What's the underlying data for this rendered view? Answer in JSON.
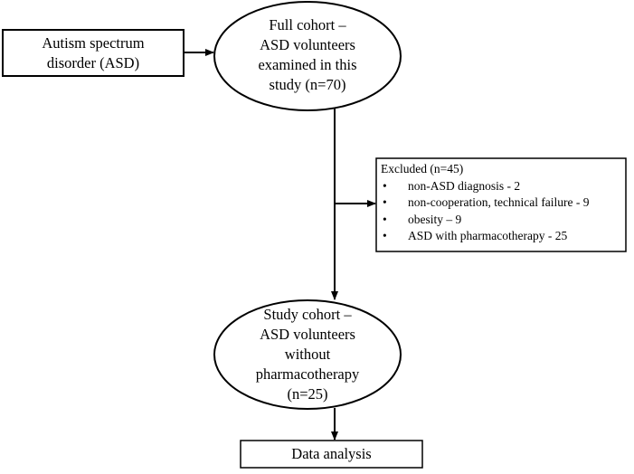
{
  "nodes": {
    "asd_source": {
      "lines": [
        "Autism spectrum",
        "disorder (ASD)"
      ]
    },
    "full_cohort": {
      "lines": [
        "Full cohort –",
        "ASD volunteers",
        "examined in this",
        "study (n=70)"
      ]
    },
    "excluded": {
      "title": "Excluded (n=45)",
      "items": [
        "non-ASD diagnosis - 2",
        "non-cooperation, technical failure - 9",
        "obesity – 9",
        "ASD with pharmacotherapy - 25"
      ]
    },
    "study_cohort": {
      "lines": [
        "Study cohort –",
        "ASD volunteers",
        "without",
        "pharmacotherapy",
        "(n=25)"
      ]
    },
    "data_analysis": {
      "label": "Data analysis"
    }
  },
  "colors": {
    "stroke": "#000000",
    "background": "#ffffff"
  }
}
